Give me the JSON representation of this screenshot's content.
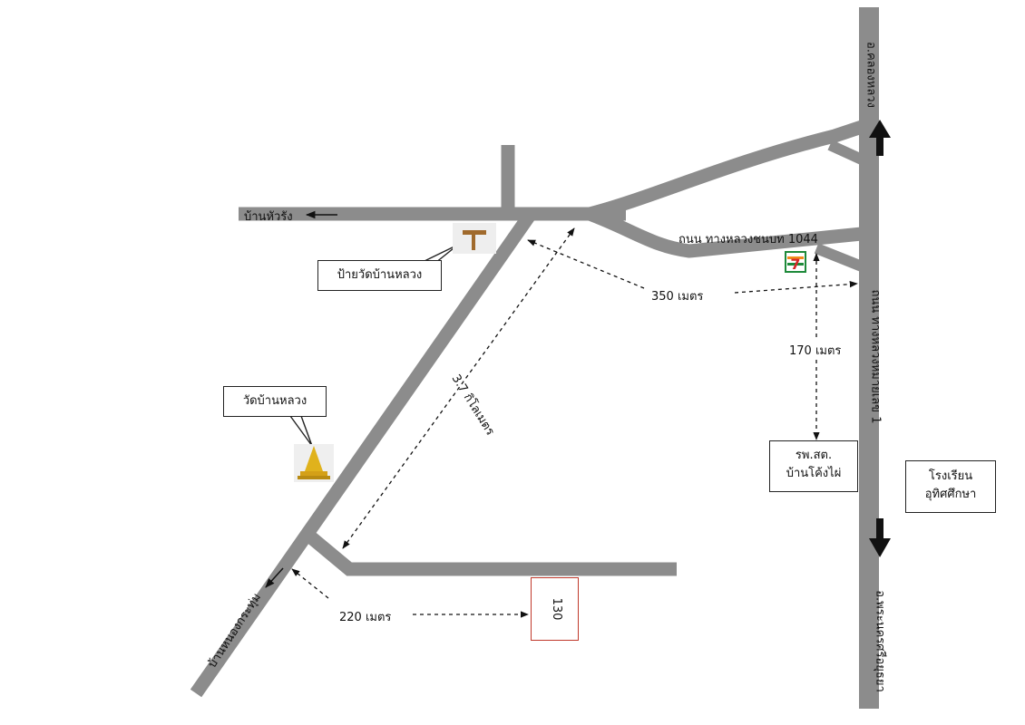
{
  "map": {
    "labels": {
      "ban_hua_rang": "บ้านหัวรัง",
      "road_1044": "ถนน ทางหลวงชนบท 1044",
      "road_1": "ถนน ทางหลวงหมายเลข 1",
      "khlong_luang": "อ.คลองหลวง",
      "phra_nakhon": "อ.พระนครศรีอยุธยา",
      "ban_nong_krathum": "บ้านหนองกระทุ่ม",
      "dist_350": "350 เมตร",
      "dist_170": "170 เมตร",
      "dist_220": "220 เมตร",
      "dist_3_7": "3.7 กิโลเมตร"
    },
    "boxes": {
      "temple_sign": "ป้ายวัดบ้านหลวง",
      "temple": "วัดบ้านหลวง",
      "health_line1": "รพ.สต.",
      "health_line2": "บ้านโค้งไผ่",
      "school_line1": "โรงเรียน",
      "school_line2": "อุทิศศึกษา",
      "plot": "130"
    },
    "icons": {
      "store": "7-eleven-icon",
      "signpost": "signpost-icon",
      "pagoda": "pagoda-icon"
    },
    "colors": {
      "road": "#8c8c8c",
      "plot_border": "#c0392b",
      "store_green": "#1e8a3a",
      "store_red": "#d62828",
      "store_orange": "#f28c1c",
      "pagoda_gold": "#e0b21c"
    }
  }
}
